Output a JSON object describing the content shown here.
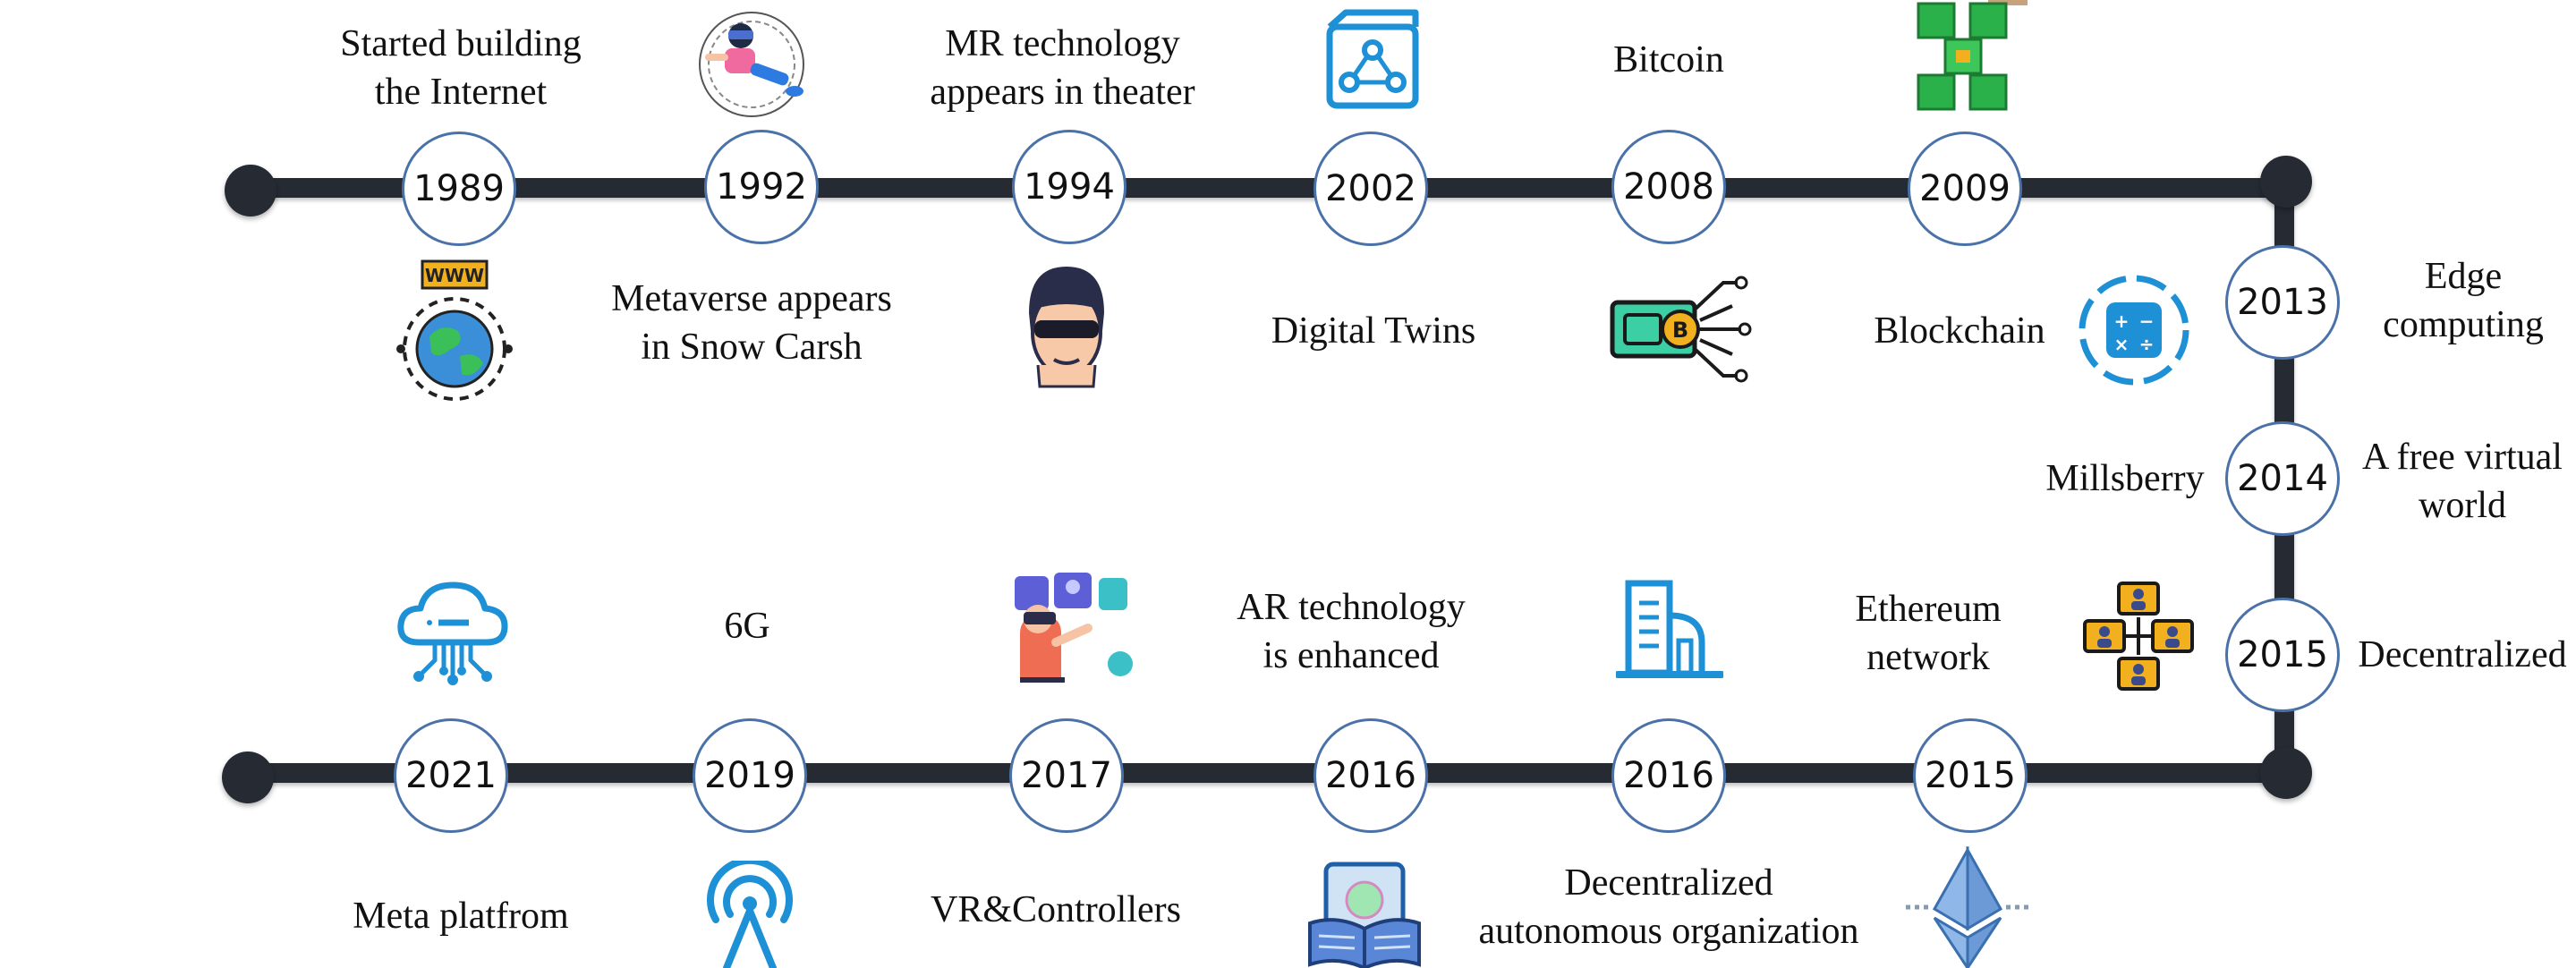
{
  "colors": {
    "line": "#262a33",
    "node_border": "#4a72a8",
    "icon_blue": "#1e90d6",
    "icon_green": "#2bb14a",
    "icon_gold": "#f2b01e"
  },
  "top_row": {
    "years": [
      "1989",
      "1992",
      "1994",
      "2002",
      "2008",
      "2009"
    ],
    "labels_above": [
      "Started building\nthe Internet",
      "MR technology\nappears in theater",
      "Bitcoin"
    ],
    "labels_below": [
      "Metaverse appears\nin Snow Carsh",
      "Digital Twins",
      "Blockchain"
    ]
  },
  "right_column": {
    "years": [
      "2013",
      "2014",
      "2015"
    ],
    "labels_right": [
      "Edge\ncomputing",
      "A free virtual\nworld",
      "Decentralized"
    ],
    "labels_left": [
      "Millsberry"
    ]
  },
  "bottom_row": {
    "years": [
      "2021",
      "2019",
      "2017",
      "2016",
      "2016",
      "2015"
    ],
    "labels_above": [
      "6G",
      "AR technology\nis enhanced",
      "Ethereum\nnetwork"
    ],
    "labels_below": [
      "Meta platfrom",
      "VR&Controllers",
      "Decentralized\nautonomous organization"
    ]
  },
  "icons": [
    "vr-person-icon",
    "cube-network-icon",
    "green-blocks-icon",
    "globe-www-icon",
    "anonymous-person-icon",
    "circuit-bitcoin-icon",
    "calculator-icon",
    "cloud-network-icon",
    "ar-headset-icon",
    "building-icon",
    "user-network-icon",
    "broadcast-antenna-icon",
    "ar-book-icon",
    "ethereum-icon"
  ]
}
